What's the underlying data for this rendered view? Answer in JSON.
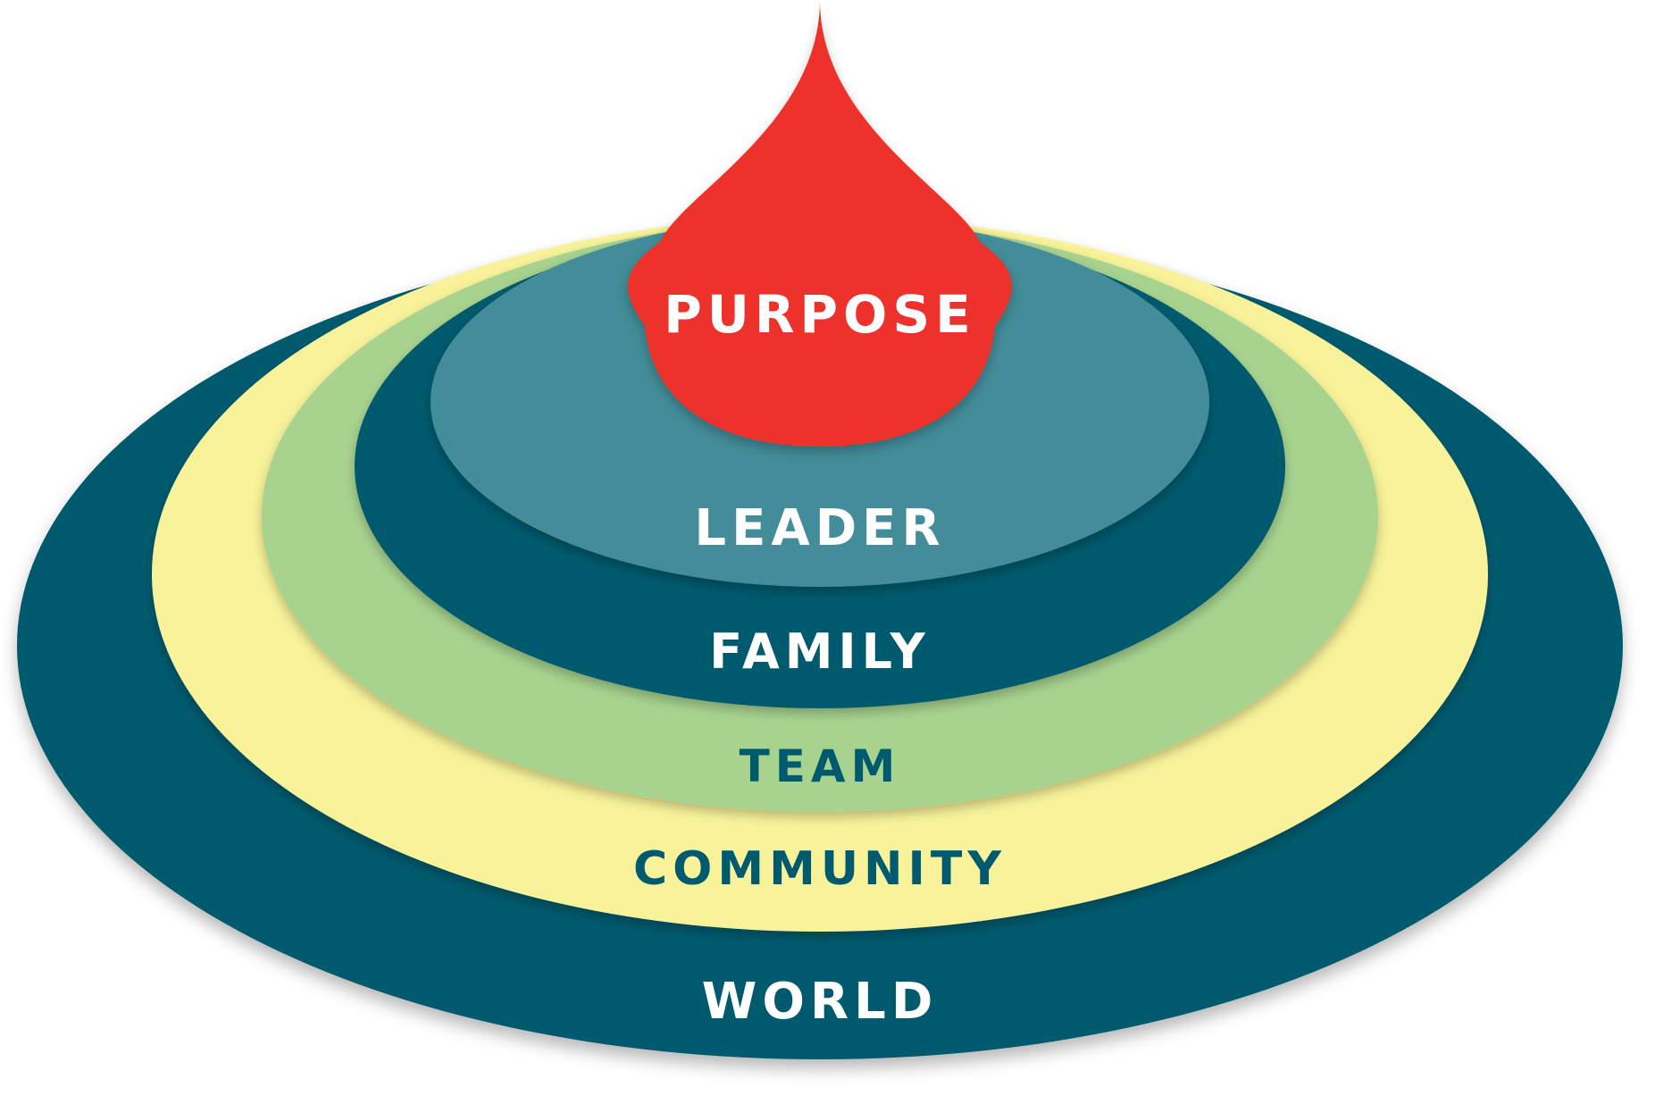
{
  "layers": [
    {
      "id": "world",
      "label": "WORLD",
      "fill": "#005a6e",
      "text_color": "#ffffff"
    },
    {
      "id": "community",
      "label": "COMMUNITY",
      "fill": "#f8f39a",
      "text_color": "#005a6e"
    },
    {
      "id": "team",
      "label": "TEAM",
      "fill": "#a8d38f",
      "text_color": "#005a6e"
    },
    {
      "id": "family",
      "label": "FAMILY",
      "fill": "#005a6e",
      "text_color": "#ffffff"
    },
    {
      "id": "leader",
      "label": "LEADER",
      "fill": "#438d99",
      "text_color": "#ffffff"
    }
  ],
  "core": {
    "label": "PURPOSE",
    "fill": "#ec3329",
    "text_color": "#ffffff"
  }
}
